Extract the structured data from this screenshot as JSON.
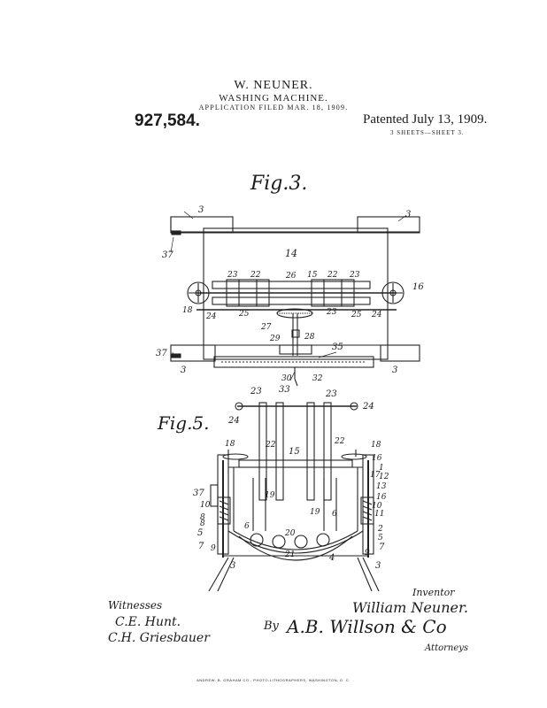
{
  "header": {
    "inventor": "W. NEUNER.",
    "title": "WASHING MACHINE.",
    "application": "APPLICATION FILED MAR. 18, 1909.",
    "patent_number": "927,584.",
    "patented": "Patented July 13, 1909.",
    "sheets": "3 SHEETS—SHEET 3."
  },
  "figures": {
    "fig3_label": "Fig.3.",
    "fig5_label": "Fig.5.",
    "fig3_refs": [
      "3",
      "3",
      "37",
      "14",
      "23",
      "22",
      "26",
      "15",
      "22",
      "23",
      "16",
      "18",
      "24",
      "25",
      "27",
      "23",
      "25",
      "24",
      "29",
      "28",
      "37",
      "35",
      "3",
      "30",
      "32",
      "3"
    ],
    "fig5_refs": [
      "23",
      "33",
      "23",
      "24",
      "24",
      "18",
      "22",
      "22",
      "18",
      "15",
      "16",
      "1",
      "17",
      "12",
      "13",
      "37",
      "19",
      "19",
      "16",
      "10",
      "10",
      "8",
      "11",
      "6",
      "6",
      "8",
      "5",
      "2",
      "20",
      "5",
      "21",
      "4",
      "7",
      "9",
      "9",
      "7",
      "3",
      "3"
    ]
  },
  "signatures": {
    "witnesses_label": "Witnesses",
    "witness_1": "C.E. Hunt.",
    "witness_2": "C.H. Griesbauer",
    "inventor_label": "Inventor",
    "inventor_name": "William Neuner.",
    "by": "By",
    "attorneys_firm": "A.B. Willson & Co",
    "attorneys_label": "Attorneys"
  },
  "footer": "ANDREW. B. GRAHAM CO., PHOTO-LITHOGRAPHERS, WASHINGTON, D. C."
}
